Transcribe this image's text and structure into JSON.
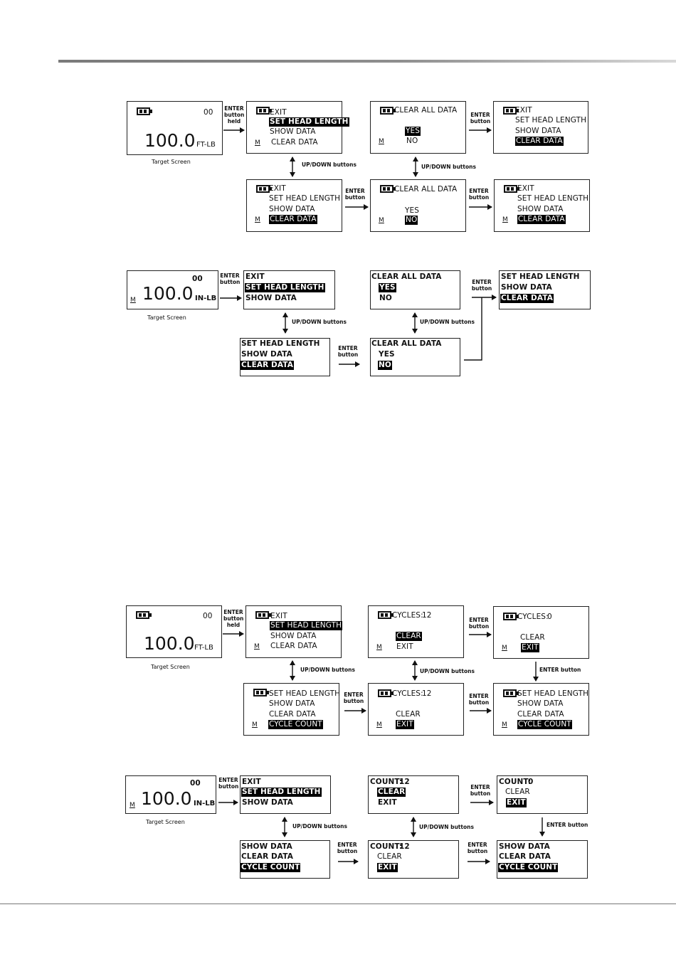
{
  "menu": {
    "exit": "EXIT",
    "set_head_length": "SET HEAD LENGTH",
    "show_data": "SHOW DATA",
    "clear_data": "CLEAR DATA",
    "cycle_count": "CYCLE COUNT",
    "clear_all_data": "CLEAR ALL DATA",
    "yes": "YES",
    "no": "NO",
    "clear": "CLEAR"
  },
  "target": {
    "value": "100.0",
    "unit_ft": "FT-LB",
    "unit_in": "IN-LB",
    "code": "00",
    "mode": "M",
    "caption": "Target Screen"
  },
  "cycles": {
    "cycles_label": "CYCLES:",
    "count_label": "COUNT:",
    "value_12": "12",
    "value_0": "0"
  },
  "labels": {
    "enter": "ENTER",
    "button": "button",
    "held": "held",
    "updown": "UP/DOWN buttons",
    "enter_button": "ENTER button"
  },
  "colors": {
    "highlight": "#000000",
    "frame": "#222222",
    "rule": "#8e8e8e"
  }
}
